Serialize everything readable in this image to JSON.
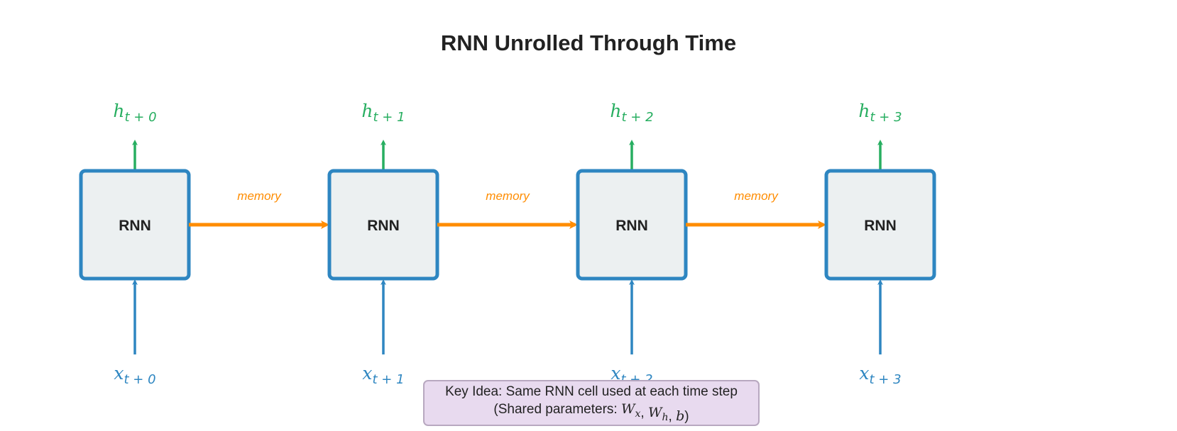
{
  "title": "RNN Unrolled Through Time",
  "colors": {
    "cell_border": "#2e86c1",
    "cell_fill": "#ecf0f1",
    "input": "#2e86c1",
    "output": "#27ae60",
    "memory": "#ff8c00",
    "key_fill": "#e8daef"
  },
  "cell_label": "RNN",
  "memory_label": "memory",
  "timesteps": [
    {
      "input_var": "x",
      "output_var": "h",
      "subscript": "t + 0"
    },
    {
      "input_var": "x",
      "output_var": "h",
      "subscript": "t + 1"
    },
    {
      "input_var": "x",
      "output_var": "h",
      "subscript": "t + 2"
    },
    {
      "input_var": "x",
      "output_var": "h",
      "subscript": "t + 3"
    }
  ],
  "key_idea": {
    "line1": "Key Idea: Same RNN cell used at each time step",
    "line2_prefix": "(Shared parameters: ",
    "params": [
      {
        "var": "W",
        "sub": "x"
      },
      {
        "var": "W",
        "sub": "h"
      },
      {
        "var": "b",
        "sub": ""
      }
    ],
    "separator": ", ",
    "line2_suffix": ")"
  }
}
